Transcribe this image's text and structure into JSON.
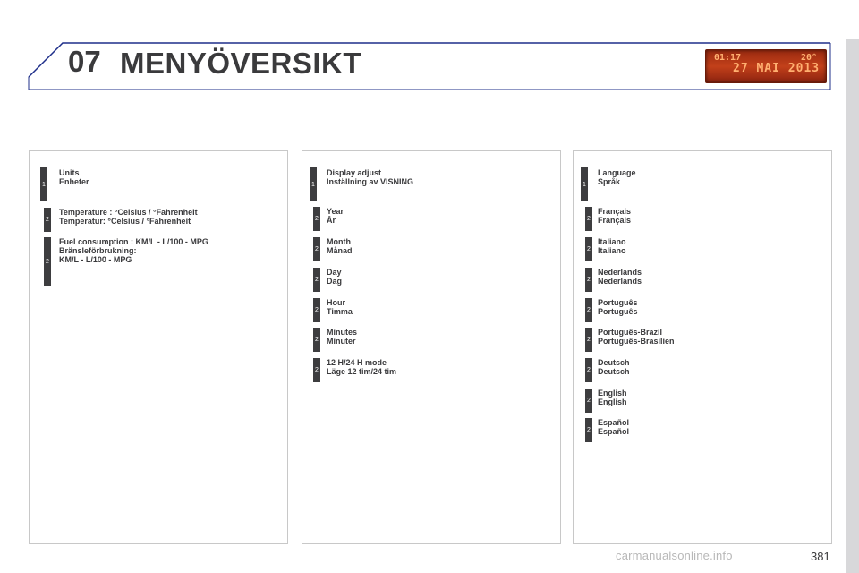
{
  "header": {
    "chapter": "07",
    "title": "MENYÖVERSIKT",
    "display": {
      "time": "01:17",
      "temp": "20°",
      "date": "27 MAI 2013"
    }
  },
  "panel1": {
    "items": [
      {
        "level": "1",
        "lines": [
          "Units",
          "Enheter"
        ]
      },
      {
        "level": "2",
        "lines": [
          "Temperature : °Celsius / °Fahrenheit",
          "Temperatur: °Celsius / °Fahrenheit"
        ]
      },
      {
        "level": "2",
        "lines": [
          "Fuel consumption : KM/L - L/100 - MPG",
          "Bränsleförbrukning:",
          "KM/L - L/100 - MPG"
        ]
      }
    ]
  },
  "panel2": {
    "items": [
      {
        "level": "1",
        "lines": [
          "Display adjust",
          "Inställning av VISNING"
        ]
      },
      {
        "level": "2",
        "lines": [
          "Year",
          "År"
        ]
      },
      {
        "level": "2",
        "lines": [
          "Month",
          "Månad"
        ]
      },
      {
        "level": "2",
        "lines": [
          "Day",
          "Dag"
        ]
      },
      {
        "level": "2",
        "lines": [
          "Hour",
          "Timma"
        ]
      },
      {
        "level": "2",
        "lines": [
          "Minutes",
          "Minuter"
        ]
      },
      {
        "level": "2",
        "lines": [
          "12 H/24 H mode",
          "Läge 12 tim/24 tim"
        ]
      }
    ]
  },
  "panel3": {
    "items": [
      {
        "level": "1",
        "lines": [
          "Language",
          "Språk"
        ]
      },
      {
        "level": "2",
        "lines": [
          "Français",
          "Français"
        ]
      },
      {
        "level": "2",
        "lines": [
          "Italiano",
          "Italiano"
        ]
      },
      {
        "level": "2",
        "lines": [
          "Nederlands",
          "Nederlands"
        ]
      },
      {
        "level": "2",
        "lines": [
          "Português",
          "Português"
        ]
      },
      {
        "level": "2",
        "lines": [
          "Português-Brazil",
          "Português-Brasilien"
        ]
      },
      {
        "level": "2",
        "lines": [
          "Deutsch",
          "Deutsch"
        ]
      },
      {
        "level": "2",
        "lines": [
          "English",
          "English"
        ]
      },
      {
        "level": "2",
        "lines": [
          "Español",
          "Español"
        ]
      }
    ]
  },
  "footer": {
    "page": "381",
    "watermark": "carmanualsonline.info"
  }
}
